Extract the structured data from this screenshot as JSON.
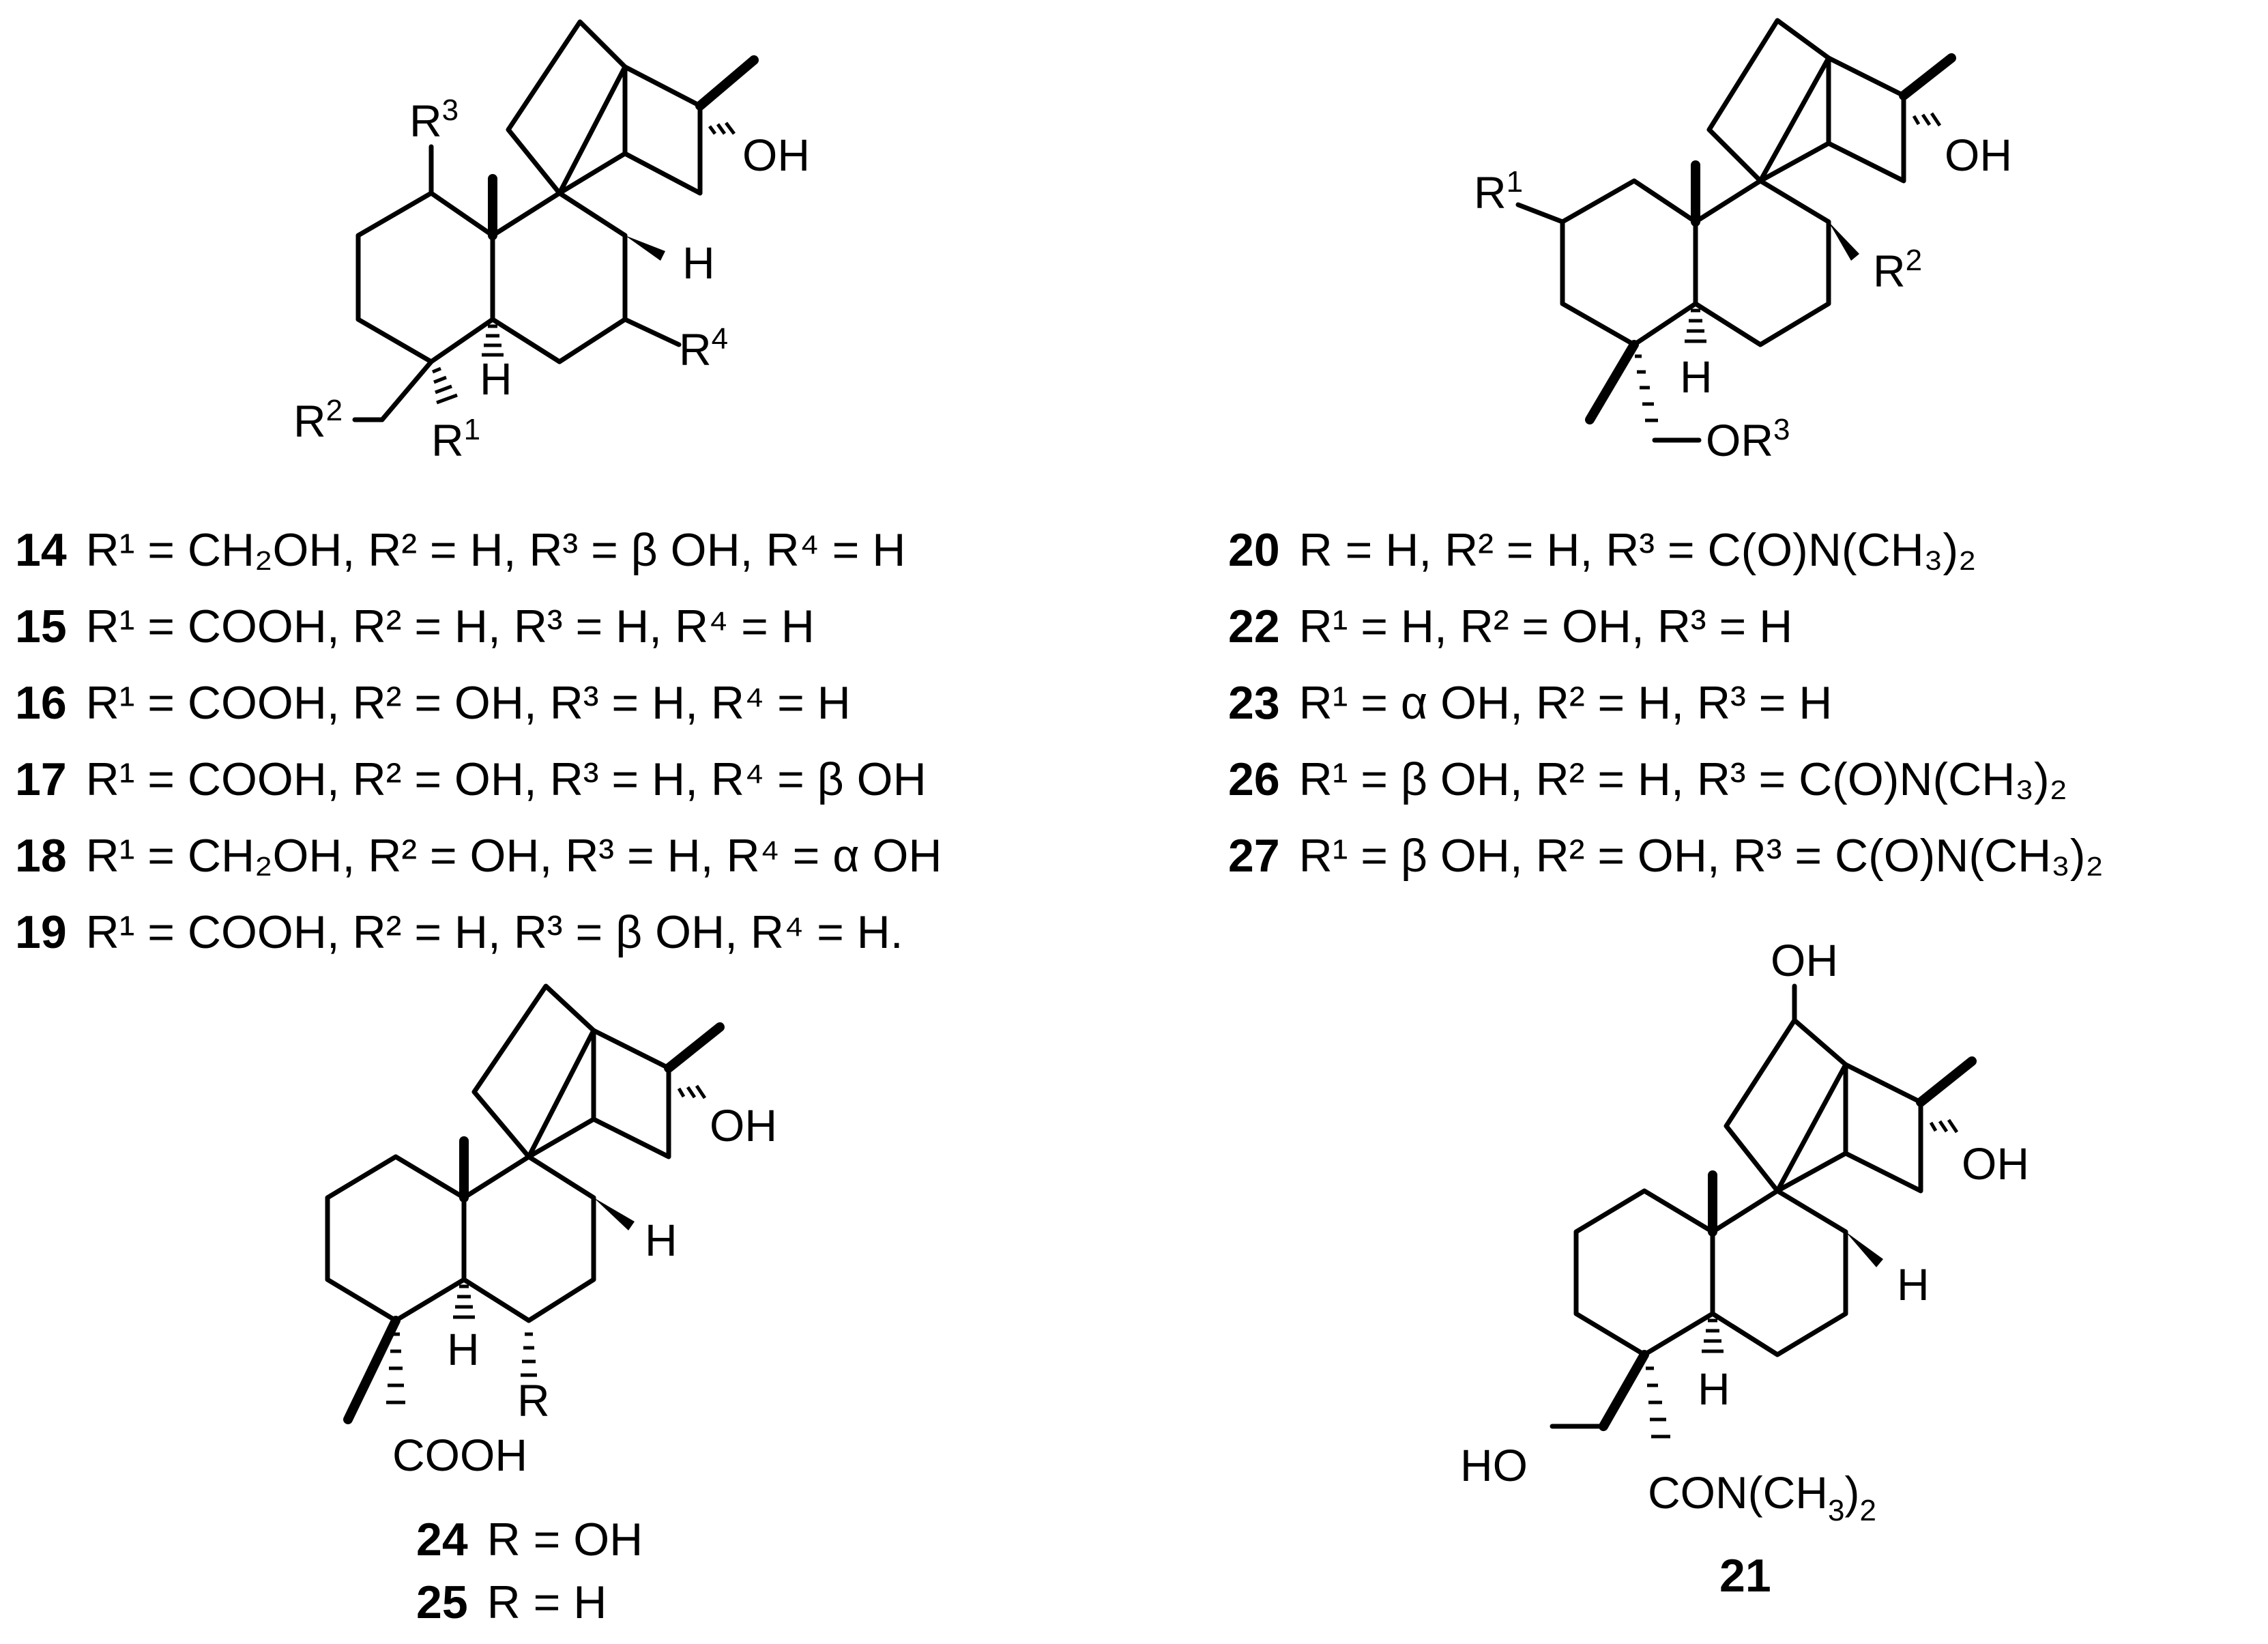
{
  "atom_labels": {
    "hydroxyl": "OH",
    "hydroxyl_left": "HO",
    "hydrogen": "H",
    "carboxyl": "COOH",
    "r_generic": "R",
    "or_prefix": "OR",
    "amide": "CON(CH",
    "amide_sub": "3",
    "amide_close": ")",
    "amide_close_sub": "2"
  },
  "superscripts": {
    "r1": "1",
    "r2": "2",
    "r3": "3",
    "r4": "4"
  },
  "legend_group_1": [
    {
      "number": "14",
      "text": "R¹ = CH₂OH, R² = H, R³ = β OH, R⁴ = H"
    },
    {
      "number": "15",
      "text": "R¹ = COOH, R² = H, R³ = H, R⁴ = H"
    },
    {
      "number": "16",
      "text": "R¹ = COOH, R² = OH, R³ = H, R⁴ = H"
    },
    {
      "number": "17",
      "text": "R¹ = COOH, R² = OH, R³ = H, R⁴ = β OH"
    },
    {
      "number": "18",
      "text": "R¹ = CH₂OH, R² = OH, R³ = H, R⁴ = α OH"
    },
    {
      "number": "19",
      "text": "R¹ = COOH, R² = H, R³ = β OH, R⁴ = H."
    }
  ],
  "legend_group_2": [
    {
      "number": "20",
      "text": "R = H, R² = H, R³ = C(O)N(CH₃)₂"
    },
    {
      "number": "22",
      "text": "R¹ = H, R² = OH, R³ = H"
    },
    {
      "number": "23",
      "text": "R¹ = α OH, R² = H, R³ = H"
    },
    {
      "number": "26",
      "text": "R¹ = β OH, R² = H, R³ = C(O)N(CH₃)₂"
    },
    {
      "number": "27",
      "text": "R¹ = β OH, R² = OH, R³ = C(O)N(CH₃)₂"
    }
  ],
  "legend_group_3": [
    {
      "number": "24",
      "text": "R = OH"
    },
    {
      "number": "25",
      "text": "R = H"
    }
  ],
  "compound_21": {
    "number": "21"
  }
}
